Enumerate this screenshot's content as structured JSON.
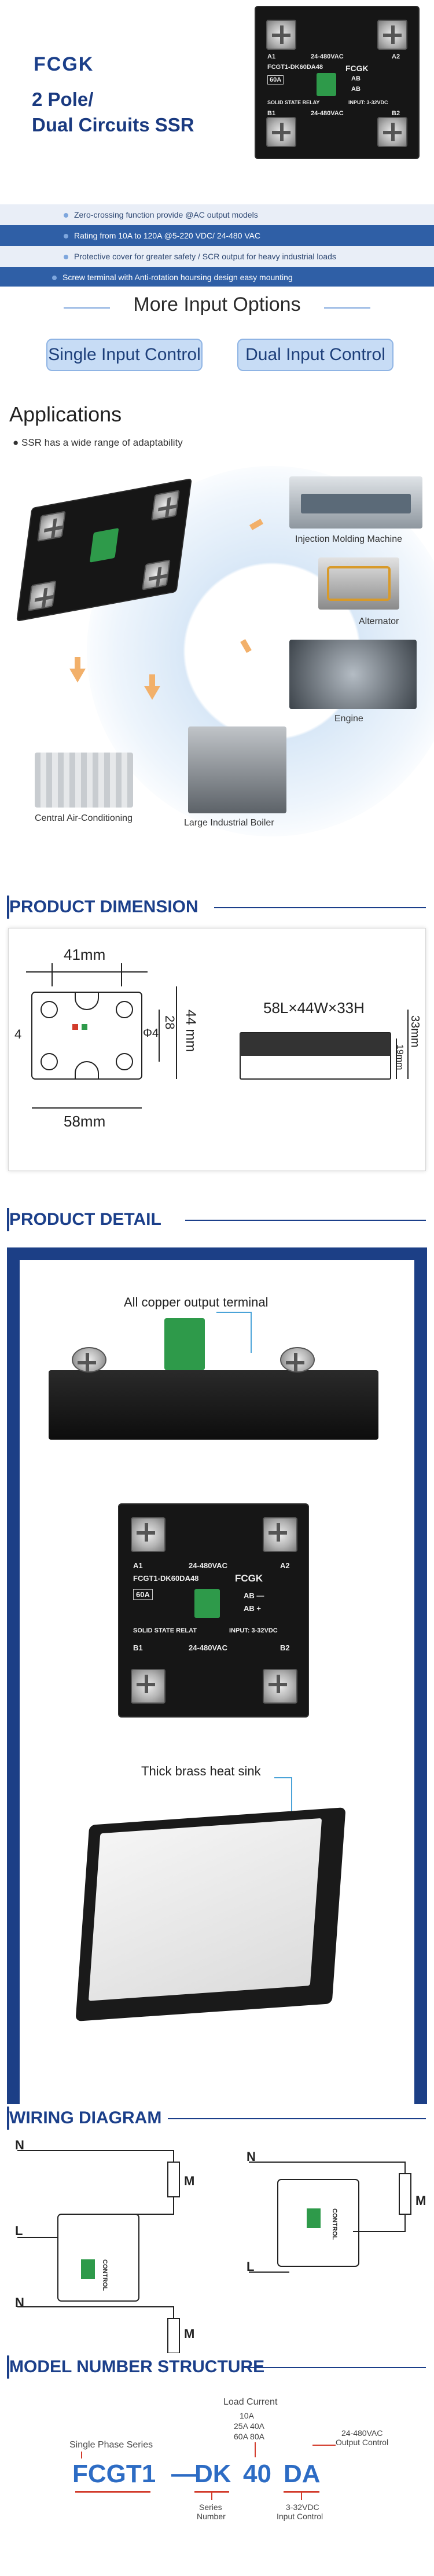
{
  "hero": {
    "brand": "FCGK",
    "title_line1": "2 Pole/",
    "title_line2": "Dual Circuits SSR",
    "device": {
      "model": "FCGT1-DK60DA48",
      "brand": "FCGK",
      "voltage_top": "24-480VAC",
      "voltage_bottom": "24-480VAC",
      "rating": "60A",
      "label": "SOLID STATE RELAY",
      "input": "INPUT: 3-32VDC",
      "a1": "A1",
      "a2": "A2",
      "b1": "B1",
      "b2": "B2",
      "ab_minus": "AB",
      "ab_plus": "AB"
    },
    "features": [
      "Zero-crossing function provide @AC output models",
      "Rating from 10A to 120A @5-220 VDC/ 24-480 VAC",
      "Protective cover for greater safety  / SCR output for heavy industrial loads",
      "Screw terminal with  Anti-rotation hoursing design easy mounting"
    ]
  },
  "more_input": {
    "title": "More Input Options",
    "single": "Single Input Control",
    "dual": "Dual Input Control"
  },
  "applications": {
    "title": "Applications",
    "bullet": "SSR has a wide range of adaptability",
    "items": [
      "Injection Molding Machine",
      "Alternator",
      "Engine",
      "Central Air-Conditioning",
      "Large Industrial Boiler"
    ]
  },
  "dimension": {
    "header": "PRODUCT DIMENSION",
    "w41": "41mm",
    "w58": "58mm",
    "h44": "44 mm",
    "h28": "28",
    "four": "4",
    "phi": "Φ4",
    "size": "58L×44W×33H",
    "h33": "33mm",
    "h19": "19mm"
  },
  "detail": {
    "header": "PRODUCT DETAIL",
    "copper": "All copper output terminal",
    "heatsink": "Thick brass heat sink",
    "device": {
      "model": "FCGT1-DK60DA48",
      "brand": "FCGK",
      "voltage_top": "24-480VAC",
      "voltage_bottom": "24-480VAC",
      "rating": "60A",
      "label": "SOLID STATE RELAT",
      "input": "INPUT:  3-32VDC",
      "a1": "A1",
      "a2": "A2",
      "b1": "B1",
      "b2": "B2",
      "ab_minus": "AB  —",
      "ab_plus": "AB  +"
    }
  },
  "wiring": {
    "header": "WIRING DIAGRAM",
    "n": "N",
    "l": "L",
    "m": "M",
    "control": "CONTROL"
  },
  "model": {
    "header": "MODEL NUMBER STRUCTURE",
    "load_current": "Load Current",
    "currents1": "10A",
    "currents2": "25A  40A",
    "currents3": "60A  80A",
    "single_phase": "Single Phase Series",
    "output_voltage": "24-480VAC",
    "output_control": "Output Control",
    "code_fcgt": "FCGT1",
    "code_dash": "—",
    "code_dk": "DK",
    "code_40": "40",
    "code_da": "DA",
    "series": "Series",
    "number": "Number",
    "input_voltage": "3-32VDC",
    "input_control": "Input Control"
  },
  "colors": {
    "primary": "#1b3f8a",
    "accent": "#2f5fa6",
    "orange": "#f2b06a",
    "model_blue": "#2d6cc4",
    "red": "#d23b2b"
  }
}
